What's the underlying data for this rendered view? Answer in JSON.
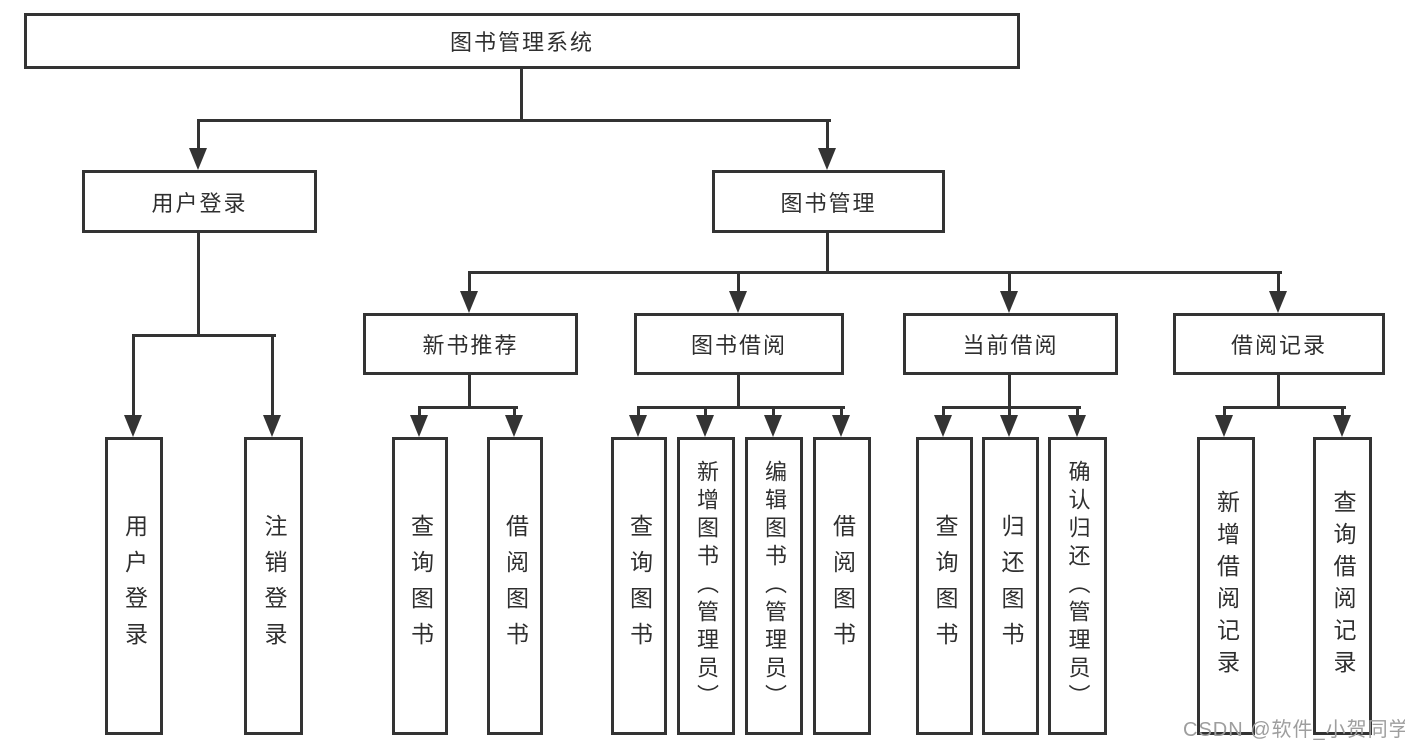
{
  "nodes": {
    "root": {
      "label": "图书管理系统"
    },
    "user_login": {
      "label": "用户登录"
    },
    "book_mgmt": {
      "label": "图书管理"
    },
    "new_book_rec": {
      "label": "新书推荐"
    },
    "book_borrow": {
      "label": "图书借阅"
    },
    "current_borrow": {
      "label": "当前借阅"
    },
    "borrow_records": {
      "label": "借阅记录"
    },
    "ul_login": {
      "label": "用户登录"
    },
    "ul_logout": {
      "label": "注销登录"
    },
    "rec_query": {
      "label": "查询图书"
    },
    "rec_borrow": {
      "label": "借阅图书"
    },
    "bb_query": {
      "label": "查询图书"
    },
    "bb_add": {
      "label": "新增图书（管理员）"
    },
    "bb_edit": {
      "label": "编辑图书（管理员）"
    },
    "bb_borrow": {
      "label": "借阅图书"
    },
    "cb_query": {
      "label": "查询图书"
    },
    "cb_return": {
      "label": "归还图书"
    },
    "cb_confirm": {
      "label": "确认归还（管理员）"
    },
    "br_add": {
      "label": "新增借阅记录"
    },
    "br_query": {
      "label": "查询借阅记录"
    }
  },
  "watermark": "CSDN @软件_小贺同学",
  "colors": {
    "line": "#333333",
    "text": "#2f2f2f",
    "background": "#ffffff",
    "watermark": "#9e9e9e"
  }
}
